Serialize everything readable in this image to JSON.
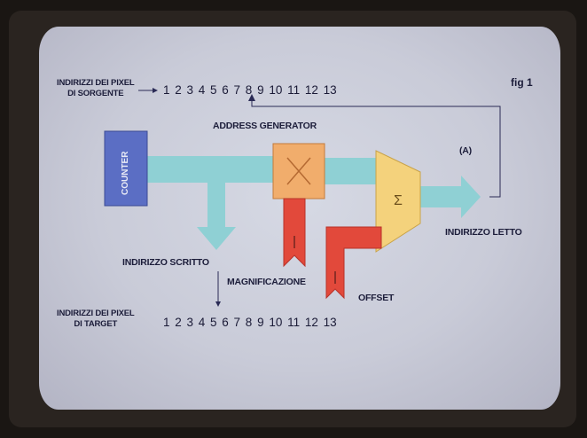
{
  "figure_label": "fig 1",
  "source_addresses": {
    "label_line1": "INDIRIZZI DEI PIXEL",
    "label_line2": "DI SORGENTE",
    "numbers": "1 2 3 4 5 6 7 8 9 10 11 12 13"
  },
  "target_addresses": {
    "label_line1": "INDIRIZZI DEI PIXEL",
    "label_line2": "DI TARGET",
    "numbers": "1 2 3 4 5 6 7 8 9 10 11 12 13"
  },
  "blocks": {
    "counter": "COUNTER",
    "address_generator": "ADDRESS GENERATOR",
    "multiplier_symbol": "X",
    "adder_symbol": "Σ"
  },
  "labels": {
    "annotation_a": "(A)",
    "indirizzo_letto": "INDIRIZZO LETTO",
    "indirizzo_scritto": "INDIRIZZO SCRITTO",
    "magnificazione": "MAGNIFICAZIONE",
    "offset": "OFFSET"
  },
  "colors": {
    "screen": "#cfd2de",
    "counter_fill": "#5b6ec4",
    "data_path": "#8fd0d4",
    "multiplier_fill": "#f1ad6c",
    "adder_fill": "#f4d27c",
    "input_arrow": "#e2493b",
    "text": "#1c1d3a"
  }
}
